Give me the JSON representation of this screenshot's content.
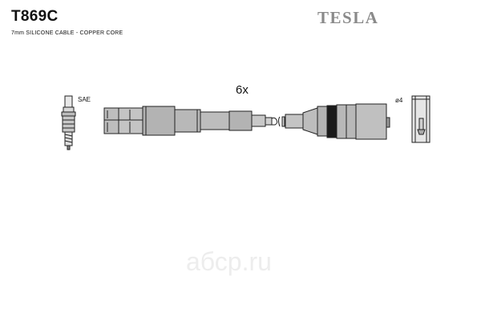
{
  "header": {
    "part_code": "T869C",
    "brand": "TESLA",
    "cable_spec": "7mm SILICONE CABLE - COPPER CORE"
  },
  "diagram": {
    "quantity": "6x",
    "plug_type_label": "SAE",
    "terminal_label": "ø4"
  },
  "watermark": {
    "text": "aбсp.ru"
  }
}
